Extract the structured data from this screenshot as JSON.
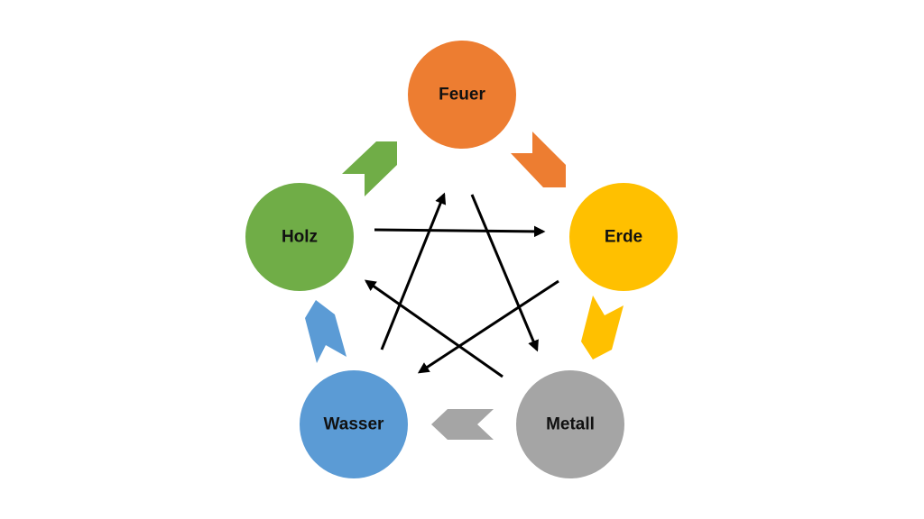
{
  "diagram": {
    "title": "Fünf Elemente",
    "nodes": [
      {
        "id": "feuer",
        "label": "Feuer",
        "color": "#ED7D31"
      },
      {
        "id": "erde",
        "label": "Erde",
        "color": "#FFC000"
      },
      {
        "id": "metall",
        "label": "Metall",
        "color": "#A5A5A5"
      },
      {
        "id": "wasser",
        "label": "Wasser",
        "color": "#5B9BD5"
      },
      {
        "id": "holz",
        "label": "Holz",
        "color": "#70AD47"
      }
    ],
    "generating_cycle": [
      {
        "from": "feuer",
        "to": "erde",
        "color": "#ED7D31"
      },
      {
        "from": "erde",
        "to": "metall",
        "color": "#FFC000"
      },
      {
        "from": "metall",
        "to": "wasser",
        "color": "#A5A5A5"
      },
      {
        "from": "wasser",
        "to": "holz",
        "color": "#5B9BD5"
      },
      {
        "from": "holz",
        "to": "feuer",
        "color": "#70AD47"
      }
    ],
    "controlling_cycle": [
      {
        "from": "holz",
        "to": "erde"
      },
      {
        "from": "erde",
        "to": "wasser"
      },
      {
        "from": "wasser",
        "to": "feuer"
      },
      {
        "from": "feuer",
        "to": "metall"
      },
      {
        "from": "metall",
        "to": "holz"
      }
    ],
    "arrow_color": "#000000"
  }
}
